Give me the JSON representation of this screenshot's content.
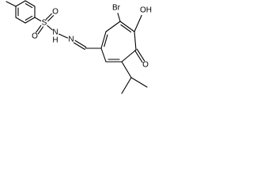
{
  "molecule": {
    "atoms": [
      {
        "id": "me_tol",
        "label": ""
      },
      {
        "id": "tol1",
        "label": ""
      },
      {
        "id": "tol2",
        "label": ""
      },
      {
        "id": "tol3",
        "label": ""
      },
      {
        "id": "tol4",
        "label": ""
      },
      {
        "id": "tol5",
        "label": ""
      },
      {
        "id": "tol6",
        "label": ""
      },
      {
        "id": "S",
        "label": "S"
      },
      {
        "id": "O1",
        "label": "O"
      },
      {
        "id": "O2",
        "label": "O"
      },
      {
        "id": "NH",
        "label": "N"
      },
      {
        "id": "H_NH",
        "label": "H"
      },
      {
        "id": "N2",
        "label": "N"
      },
      {
        "id": "CH",
        "label": ""
      },
      {
        "id": "r1",
        "label": ""
      },
      {
        "id": "r2",
        "label": ""
      },
      {
        "id": "r3",
        "label": ""
      },
      {
        "id": "r4",
        "label": ""
      },
      {
        "id": "r5",
        "label": ""
      },
      {
        "id": "r6",
        "label": ""
      },
      {
        "id": "r7",
        "label": ""
      },
      {
        "id": "Br",
        "label": "Br"
      },
      {
        "id": "OH",
        "label": "OH"
      },
      {
        "id": "Oket",
        "label": "O"
      },
      {
        "id": "ipr_ch",
        "label": ""
      },
      {
        "id": "ipr_me1",
        "label": ""
      },
      {
        "id": "ipr_me2",
        "label": ""
      }
    ],
    "bonds": [
      {
        "a": "me_tol",
        "b": "tol1",
        "order": 1
      },
      {
        "a": "tol1",
        "b": "tol2",
        "order": 2
      },
      {
        "a": "tol2",
        "b": "tol3",
        "order": 1
      },
      {
        "a": "tol3",
        "b": "tol4",
        "order": 2
      },
      {
        "a": "tol4",
        "b": "tol5",
        "order": 1
      },
      {
        "a": "tol5",
        "b": "tol6",
        "order": 2
      },
      {
        "a": "tol6",
        "b": "tol1",
        "order": 1
      },
      {
        "a": "tol4",
        "b": "S",
        "order": 1
      },
      {
        "a": "S",
        "b": "O1",
        "order": 2
      },
      {
        "a": "S",
        "b": "O2",
        "order": 2
      },
      {
        "a": "S",
        "b": "NH",
        "order": 1
      },
      {
        "a": "NH",
        "b": "N2",
        "order": 1
      },
      {
        "a": "N2",
        "b": "CH",
        "order": 2
      },
      {
        "a": "CH",
        "b": "r1",
        "order": 1
      },
      {
        "a": "r1",
        "b": "r2",
        "order": 2
      },
      {
        "a": "r2",
        "b": "r3",
        "order": 1
      },
      {
        "a": "r3",
        "b": "r4",
        "order": 2
      },
      {
        "a": "r4",
        "b": "r5",
        "order": 1
      },
      {
        "a": "r5",
        "b": "r6",
        "order": 1
      },
      {
        "a": "r6",
        "b": "r7",
        "order": 2
      },
      {
        "a": "r7",
        "b": "r1",
        "order": 1
      },
      {
        "a": "r3",
        "b": "Br",
        "order": 1
      },
      {
        "a": "r4",
        "b": "OH",
        "order": 1
      },
      {
        "a": "r5",
        "b": "Oket",
        "order": 2
      },
      {
        "a": "r6",
        "b": "ipr_ch",
        "order": 1
      },
      {
        "a": "ipr_ch",
        "b": "ipr_me1",
        "order": 1
      },
      {
        "a": "ipr_ch",
        "b": "ipr_me2",
        "order": 1
      }
    ]
  }
}
